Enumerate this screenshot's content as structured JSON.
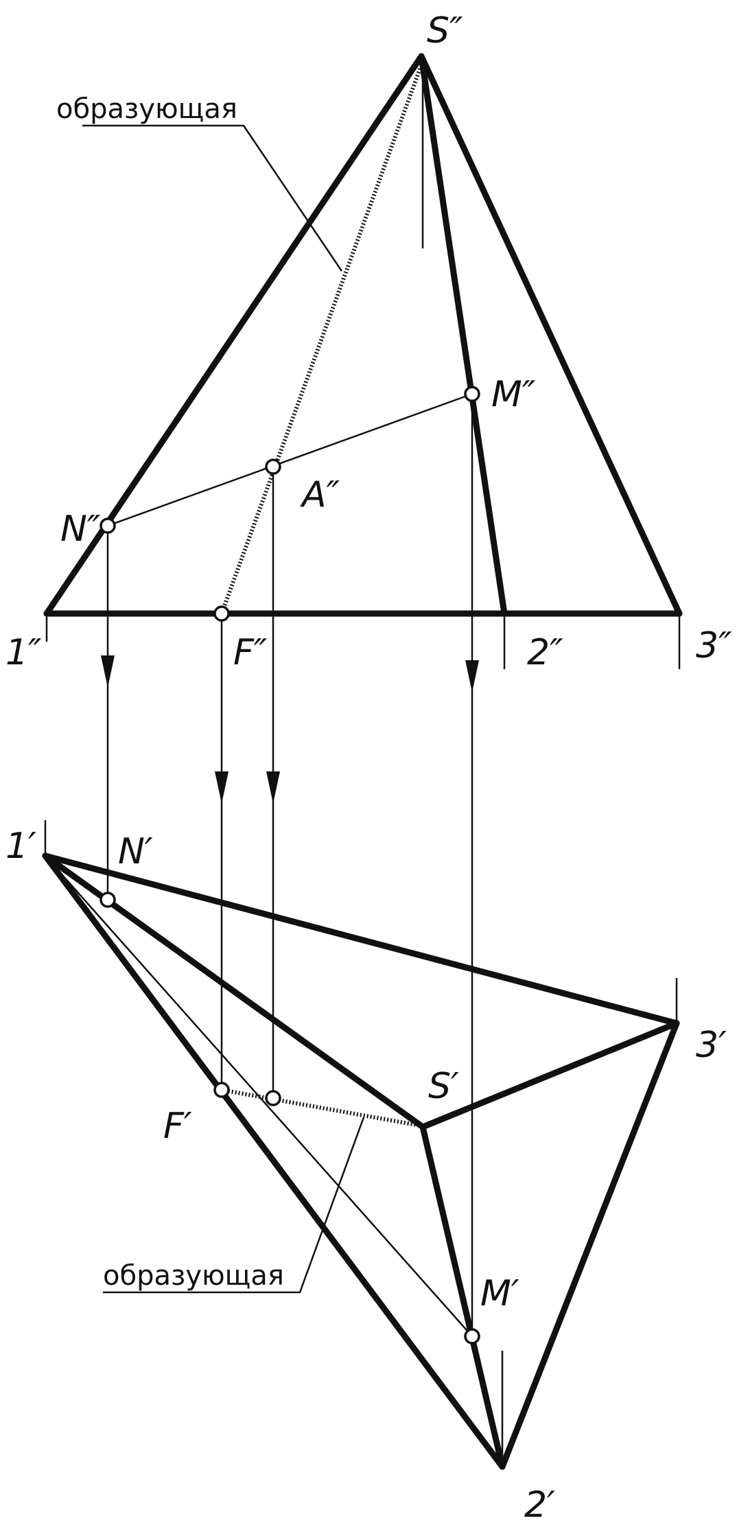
{
  "labels": {
    "S2": "S″",
    "M2": "M″",
    "N2": "N″",
    "A2": "A″",
    "F2": "F″",
    "p1_2": "1″",
    "p2_2": "2″",
    "p3_2": "3″",
    "p1_1": "1′",
    "N1": "N′",
    "p3_1": "3′",
    "S1": "S′",
    "F1": "F′",
    "M1": "M′",
    "p2_1": "2′"
  },
  "captions": {
    "generatrix_top": "образующая",
    "generatrix_bottom": "образующая"
  }
}
